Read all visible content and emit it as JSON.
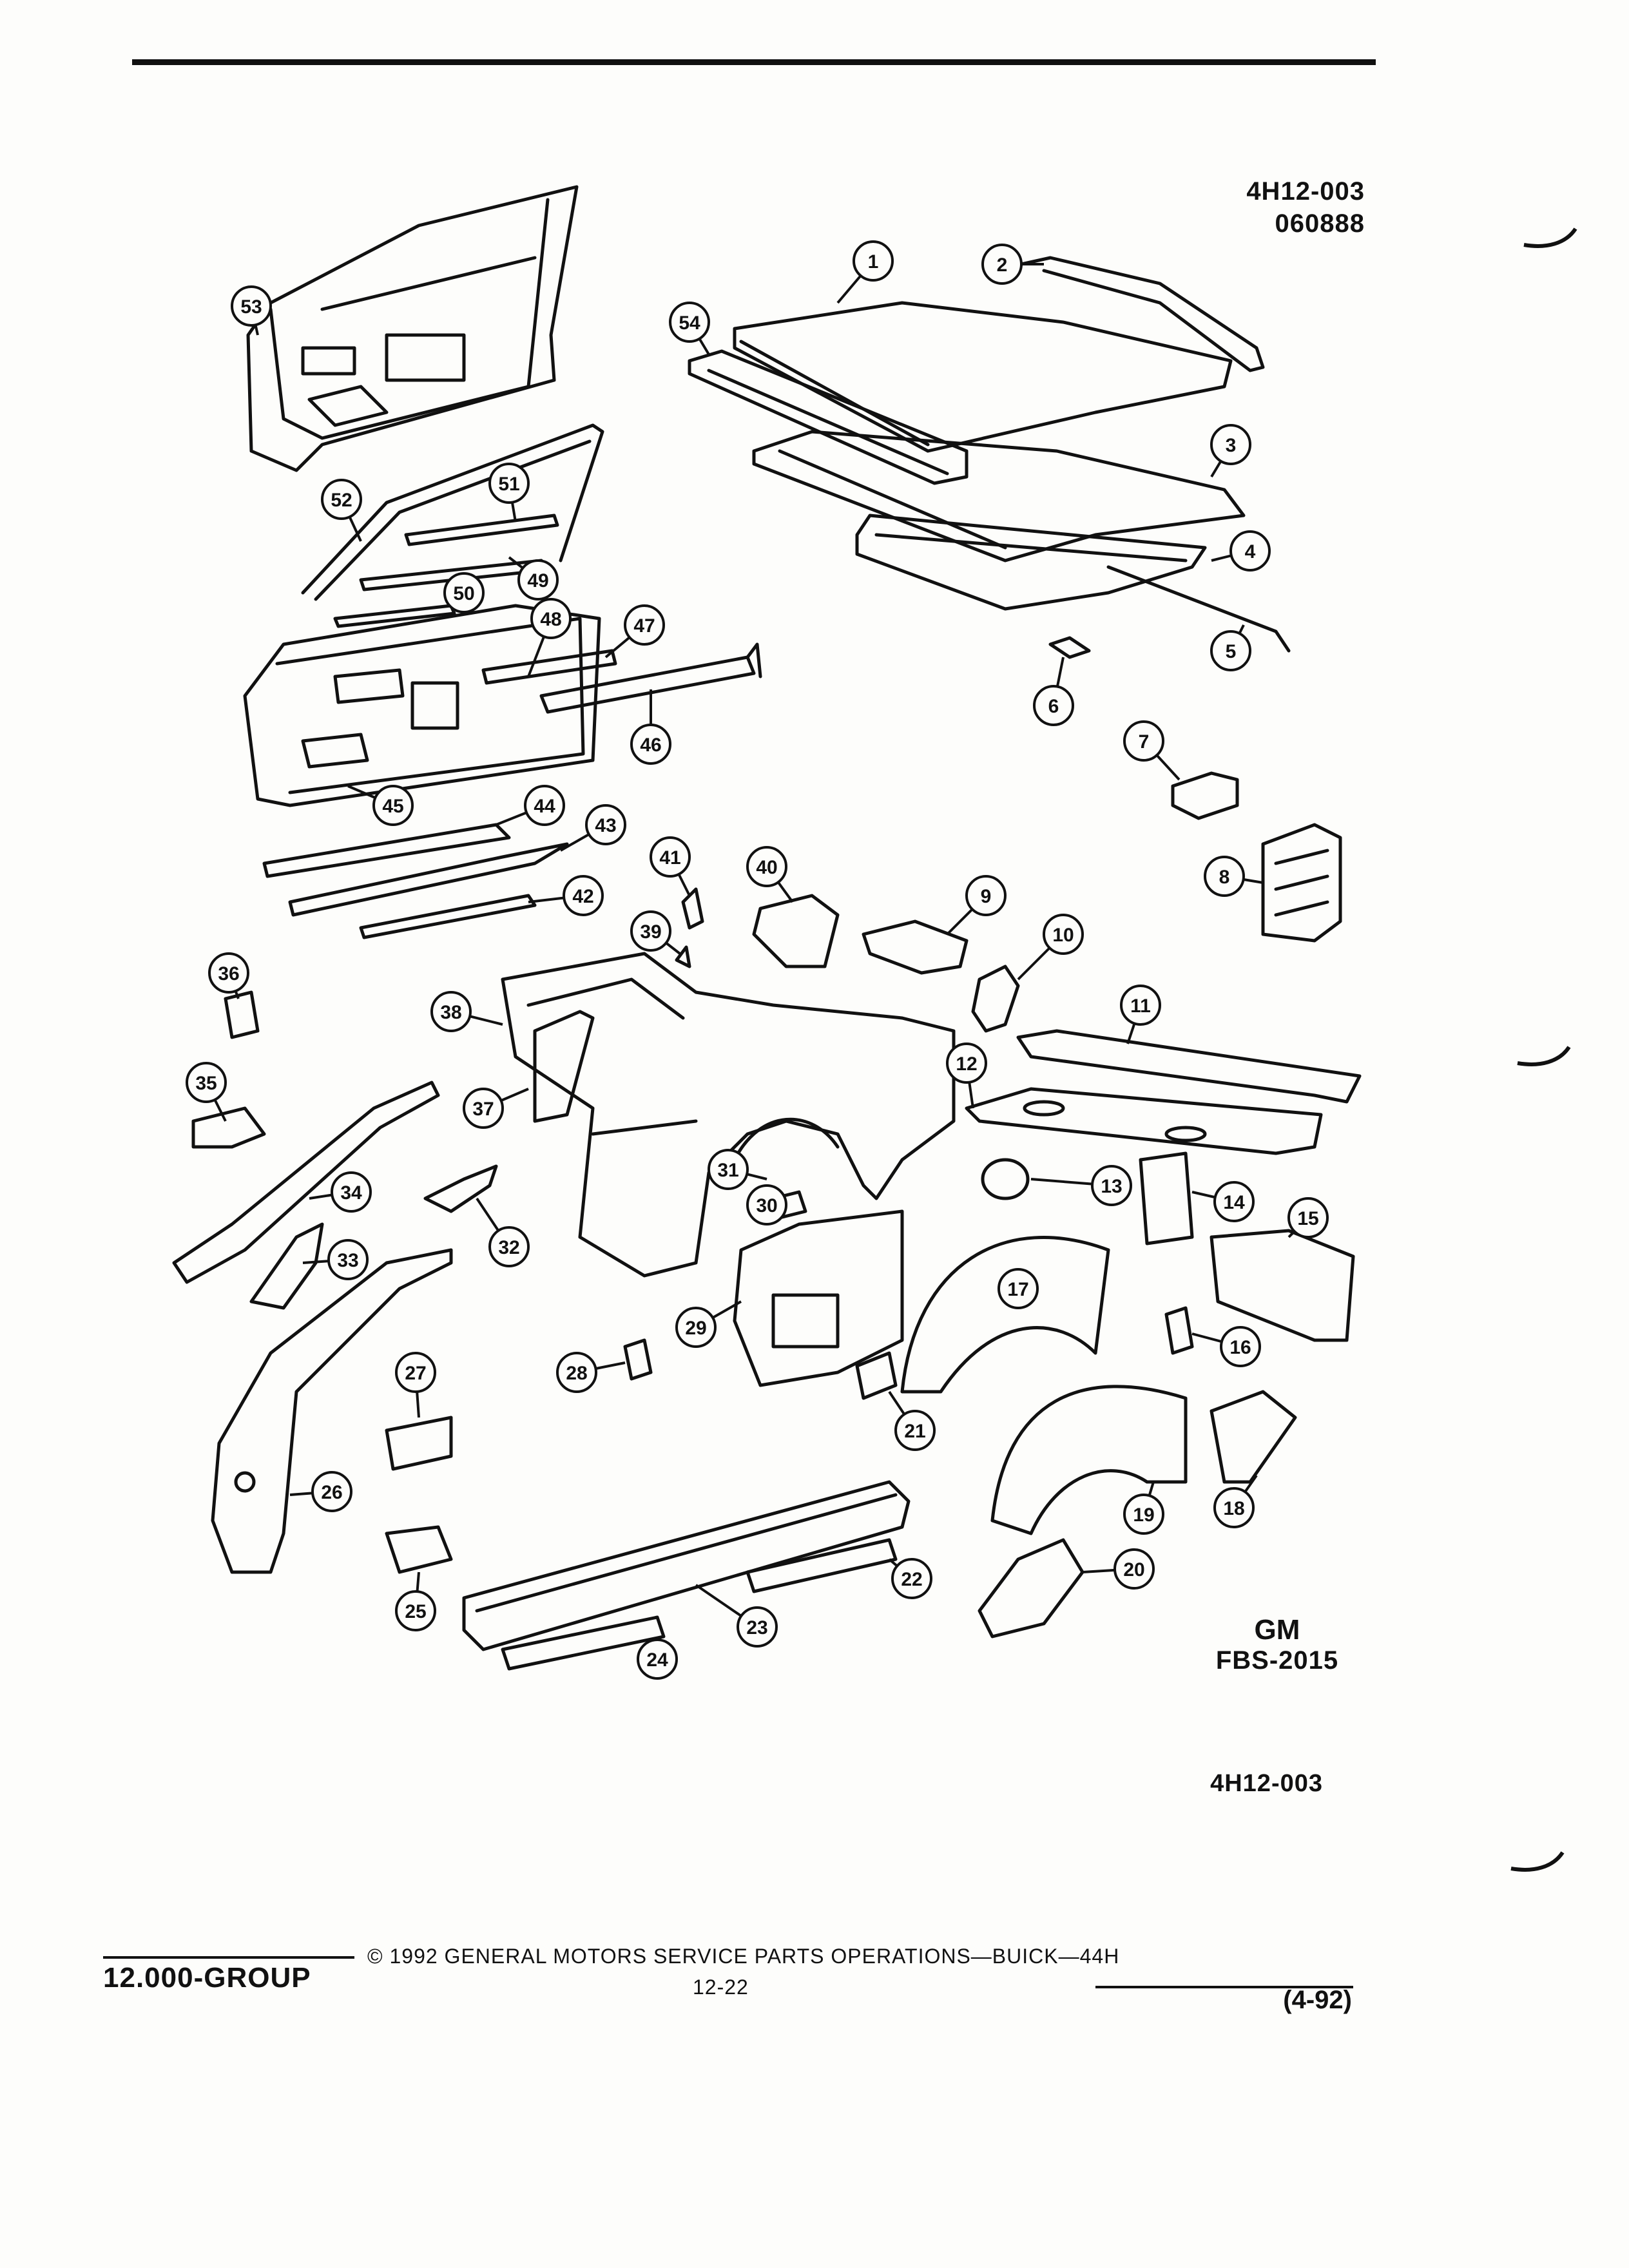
{
  "header": {
    "figure_code": "4H12-003",
    "date_code": "060888"
  },
  "logo": {
    "gm_mark": "GM",
    "fbs_code": "FBS-2015"
  },
  "figure_code_bottom": "4H12-003",
  "footer": {
    "group": "12.000-GROUP",
    "copyright": "© 1992 GENERAL MOTORS SERVICE PARTS OPERATIONS—BUICK—44H",
    "page_number": "12-22",
    "revision": "(4-92)"
  },
  "callouts": [
    {
      "n": "1"
    },
    {
      "n": "2"
    },
    {
      "n": "3"
    },
    {
      "n": "4"
    },
    {
      "n": "5"
    },
    {
      "n": "6"
    },
    {
      "n": "7"
    },
    {
      "n": "8"
    },
    {
      "n": "9"
    },
    {
      "n": "10"
    },
    {
      "n": "11"
    },
    {
      "n": "12"
    },
    {
      "n": "13"
    },
    {
      "n": "14"
    },
    {
      "n": "15"
    },
    {
      "n": "16"
    },
    {
      "n": "17"
    },
    {
      "n": "18"
    },
    {
      "n": "19"
    },
    {
      "n": "20"
    },
    {
      "n": "21"
    },
    {
      "n": "22"
    },
    {
      "n": "23"
    },
    {
      "n": "24"
    },
    {
      "n": "25"
    },
    {
      "n": "26"
    },
    {
      "n": "27"
    },
    {
      "n": "28"
    },
    {
      "n": "29"
    },
    {
      "n": "30"
    },
    {
      "n": "31"
    },
    {
      "n": "32"
    },
    {
      "n": "33"
    },
    {
      "n": "34"
    },
    {
      "n": "35"
    },
    {
      "n": "36"
    },
    {
      "n": "37"
    },
    {
      "n": "38"
    },
    {
      "n": "39"
    },
    {
      "n": "40"
    },
    {
      "n": "41"
    },
    {
      "n": "42"
    },
    {
      "n": "43"
    },
    {
      "n": "44"
    },
    {
      "n": "45"
    },
    {
      "n": "46"
    },
    {
      "n": "47"
    },
    {
      "n": "48"
    },
    {
      "n": "49"
    },
    {
      "n": "50"
    },
    {
      "n": "51"
    },
    {
      "n": "52"
    },
    {
      "n": "53"
    },
    {
      "n": "54"
    }
  ]
}
